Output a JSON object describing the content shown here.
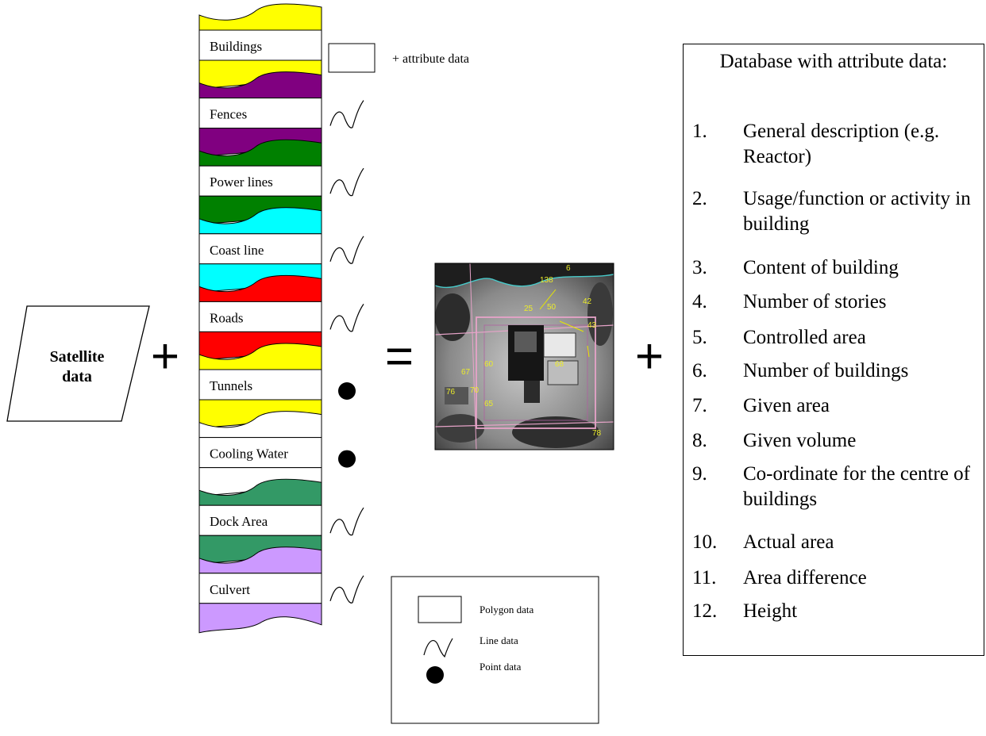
{
  "input": {
    "label_line1": "Satellite",
    "label_line2": "data"
  },
  "operators": {
    "plus": "+",
    "equals": "="
  },
  "layers": [
    {
      "name": "Buildings",
      "color": "#ffff00",
      "symbol": "polygon"
    },
    {
      "name": "Fences",
      "color": "#800080",
      "symbol": "line"
    },
    {
      "name": "Power lines",
      "color": "#008000",
      "symbol": "line"
    },
    {
      "name": "Coast line",
      "color": "#00ffff",
      "symbol": "line"
    },
    {
      "name": "Roads",
      "color": "#ff0000",
      "symbol": "line"
    },
    {
      "name": "Tunnels",
      "color": "#ffff00",
      "symbol": "point"
    },
    {
      "name": "Cooling Water",
      "color": "#ffffff",
      "symbol": "point"
    },
    {
      "name": "Dock Area",
      "color": "#339966",
      "symbol": "line"
    },
    {
      "name": "Culvert",
      "color": "#cc99ff",
      "symbol": "line"
    }
  ],
  "attribute_note": "+ attribute data",
  "map_labels": [
    "138",
    "6",
    "25",
    "50",
    "42",
    "43",
    "60",
    "68",
    "67",
    "70",
    "78",
    "76",
    "65"
  ],
  "legend": {
    "polygon": "Polygon data",
    "line": "Line data",
    "point": "Point data"
  },
  "database": {
    "title": "Database with attribute data:",
    "items": [
      {
        "num": "1.",
        "text": "General description (e.g. Reactor)"
      },
      {
        "num": "2.",
        "text": "Usage/function or activity in building"
      },
      {
        "num": "3.",
        "text": "Content of building"
      },
      {
        "num": "4.",
        "text": "Number of stories"
      },
      {
        "num": "5.",
        "text": "Controlled area"
      },
      {
        "num": "6.",
        "text": "Number of buildings"
      },
      {
        "num": "7.",
        "text": "Given area"
      },
      {
        "num": "8.",
        "text": "Given volume"
      },
      {
        "num": "9.",
        "text": "Co-ordinate for the centre of buildings"
      },
      {
        "num": "10.",
        "text": "Actual area"
      },
      {
        "num": "11.",
        "text": "Area difference"
      },
      {
        "num": "12.",
        "text": "Height"
      }
    ]
  }
}
